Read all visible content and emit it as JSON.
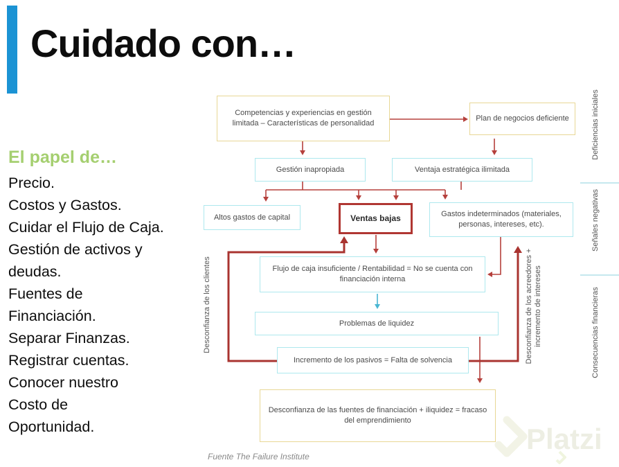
{
  "title": "Cuidado con…",
  "accent_color": "#1b93d4",
  "sidebar": {
    "heading": "El papel de…",
    "heading_color": "#a5cf70",
    "items": [
      "Precio.",
      "Costos y Gastos.",
      "Cuidar el Flujo de Caja.",
      "Gestión de activos y deudas.",
      "Fuentes de Financiación.",
      "Separar Finanzas.",
      "Registrar cuentas.",
      "Conocer nuestro Costo de Oportunidad."
    ]
  },
  "diagram": {
    "boxes": {
      "competencias": "Competencias y experiencias en gestión limitada – Características de personalidad",
      "plan": "Plan de negocios deficiente",
      "gestion": "Gestión inapropiada",
      "ventaja": "Ventaja estratégica ilimitada",
      "altos_gastos": "Altos gastos de capital",
      "ventas_bajas": "Ventas bajas",
      "gastos_indeterminados": "Gastos indeterminados (materiales, personas, intereses, etc).",
      "flujo_caja": "Flujo de caja insuficiente / Rentabilidad = No se cuenta con financiación interna",
      "problemas_liquidez": "Problemas de liquidez",
      "incremento_pasivos": "Incremento de los pasivos = Falta de solvencia",
      "fracaso": "Desconfianza de las fuentes de financiación + iliquidez = fracaso del emprendimiento"
    },
    "edge_labels": {
      "clientes": "Desconfianza de los clientes",
      "acreedores": "Desconfianza de los acreedores + incremento de intereses"
    },
    "stage_labels": [
      "Deficiencias iniciales",
      "Señales negativas",
      "Consecuencias financieras"
    ],
    "colors": {
      "yellow_border": "#e8d795",
      "cyan_border": "#ade8ee",
      "red_box_border": "#b03632",
      "arrow_red": "#b5403c",
      "arrow_dark_red": "#a93430",
      "arrow_blue": "#49b6d2",
      "box_text": "#4a4a4a"
    }
  },
  "footer": {
    "source": "Fuente The Failure Institute"
  },
  "watermark": {
    "text": "Platzi"
  }
}
